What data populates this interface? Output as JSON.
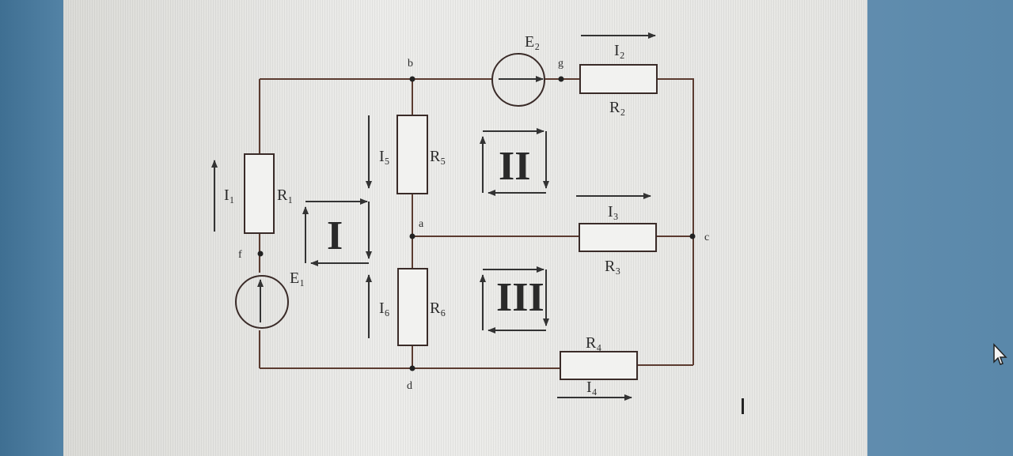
{
  "nodes": {
    "b": "b",
    "g": "g",
    "a": "a",
    "c": "c",
    "f": "f",
    "d": "d"
  },
  "sources": {
    "e1": "E₁",
    "e2": "E₂"
  },
  "resistors": {
    "r1": "R₁",
    "r2": "R₂",
    "r3": "R₃",
    "r4": "R₄",
    "r5": "R₅",
    "r6": "R₆"
  },
  "currents": {
    "i1": "I₁",
    "i2": "I₂",
    "i3": "I₃",
    "i4": "I₄",
    "i5": "I₅",
    "i6": "I₆"
  },
  "loops": {
    "loop1": "I",
    "loop2": "II",
    "loop3": "III"
  }
}
